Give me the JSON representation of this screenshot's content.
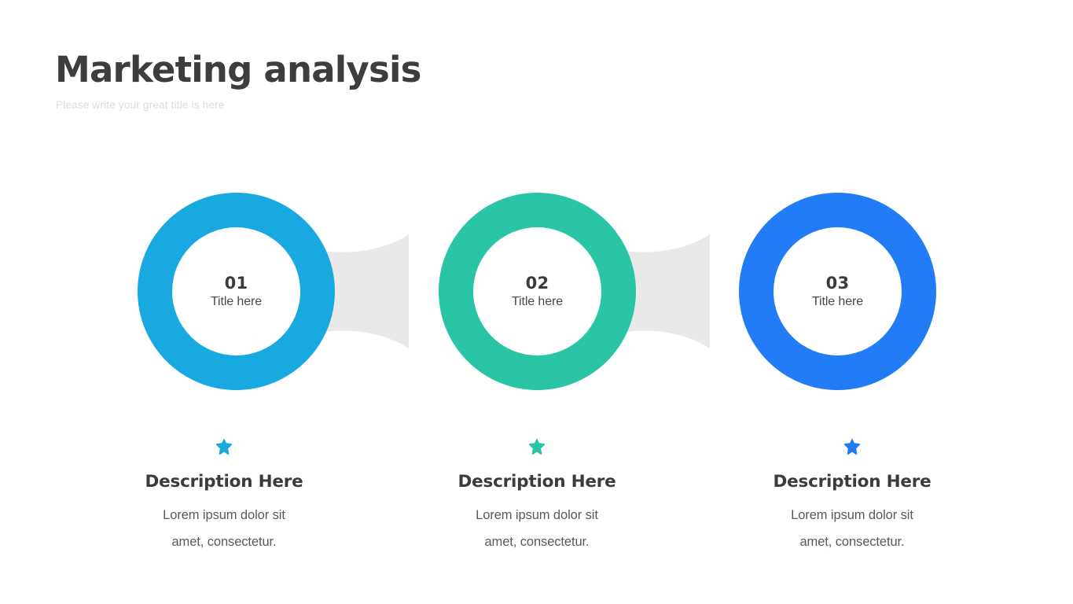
{
  "header": {
    "title": "Marketing analysis",
    "subtitle": "Please write your great title is here"
  },
  "colors": {
    "background": "#ffffff",
    "connector": "#e9e9e9",
    "title_text": "#3d3d3f",
    "subtitle_text": "#dcdcdc",
    "body_text": "#59595b",
    "step_1": "#17a9e0",
    "step_2": "#2ac5a4",
    "step_3": "#217cf5"
  },
  "steps": [
    {
      "number": "01",
      "label": "Title here",
      "color": "#17a9e0",
      "icon": "star-icon",
      "description_title": "Description Here",
      "description_text": "Lorem ipsum dolor sit amet, consectetur."
    },
    {
      "number": "02",
      "label": "Title here",
      "color": "#2ac5a4",
      "icon": "star-icon",
      "description_title": "Description Here",
      "description_text": "Lorem ipsum dolor sit amet, consectetur."
    },
    {
      "number": "03",
      "label": "Title here",
      "color": "#217cf5",
      "icon": "star-icon",
      "description_title": "Description Here",
      "description_text": "Lorem ipsum dolor sit amet, consectetur."
    }
  ]
}
